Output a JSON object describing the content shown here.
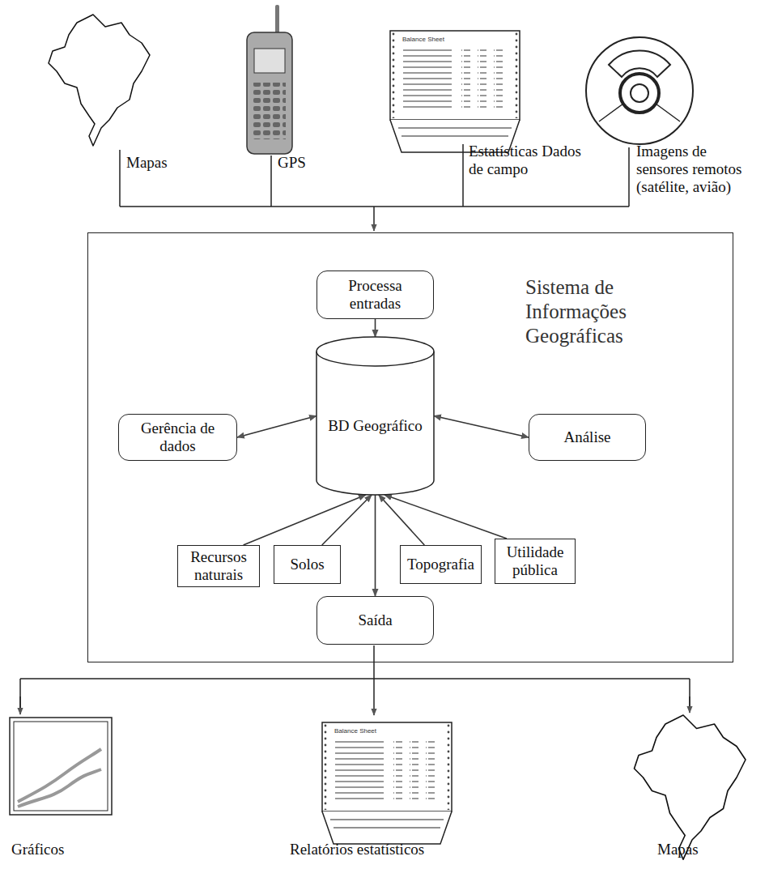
{
  "diagram": {
    "nodes": [
      {
        "text": [
          "Sistema de Informações Geográficas"
        ]
      },
      {
        "text": [
          "Processa entradas"
        ],
        "in": 0
      },
      {
        "text": [
          "BD Geográfico"
        ],
        "in": 0
      },
      {
        "text": [
          "Gerência de dados"
        ],
        "in": 0
      },
      {
        "text": [
          "Análise"
        ],
        "in": 0
      },
      {
        "text": [
          "Recursos naturais"
        ],
        "in": 0
      },
      {
        "text": [
          "Solos"
        ],
        "in": 0
      },
      {
        "text": [
          "Topografia"
        ],
        "in": 0
      },
      {
        "text": [
          "Utilidade pública"
        ],
        "in": 0
      },
      {
        "text": [
          "Saída"
        ],
        "in": 0
      }
    ],
    "edges": [
      {
        "from": 1,
        "to": 2,
        "arrow": "to"
      },
      {
        "from": 3,
        "to": 2,
        "arrow": "both"
      },
      {
        "from": 2,
        "to": 4,
        "arrow": "both"
      },
      {
        "from": 5,
        "to": 2,
        "arrow": "to"
      },
      {
        "from": 6,
        "to": 2,
        "arrow": "to"
      },
      {
        "from": 7,
        "to": 2,
        "arrow": "to"
      },
      {
        "from": 8,
        "to": 2,
        "arrow": "to"
      },
      {
        "from": 2,
        "to": 9,
        "arrow": "to"
      }
    ],
    "labels": [
      "Balance Sheet",
      "Mapas",
      "GPS",
      "Estatísticas Dados de campo",
      "Imagens de sensores remotos (satélite, avião)",
      "Balance Sheet",
      "Gráficos",
      "Relatórios estatísticos",
      "Mapas"
    ]
  }
}
